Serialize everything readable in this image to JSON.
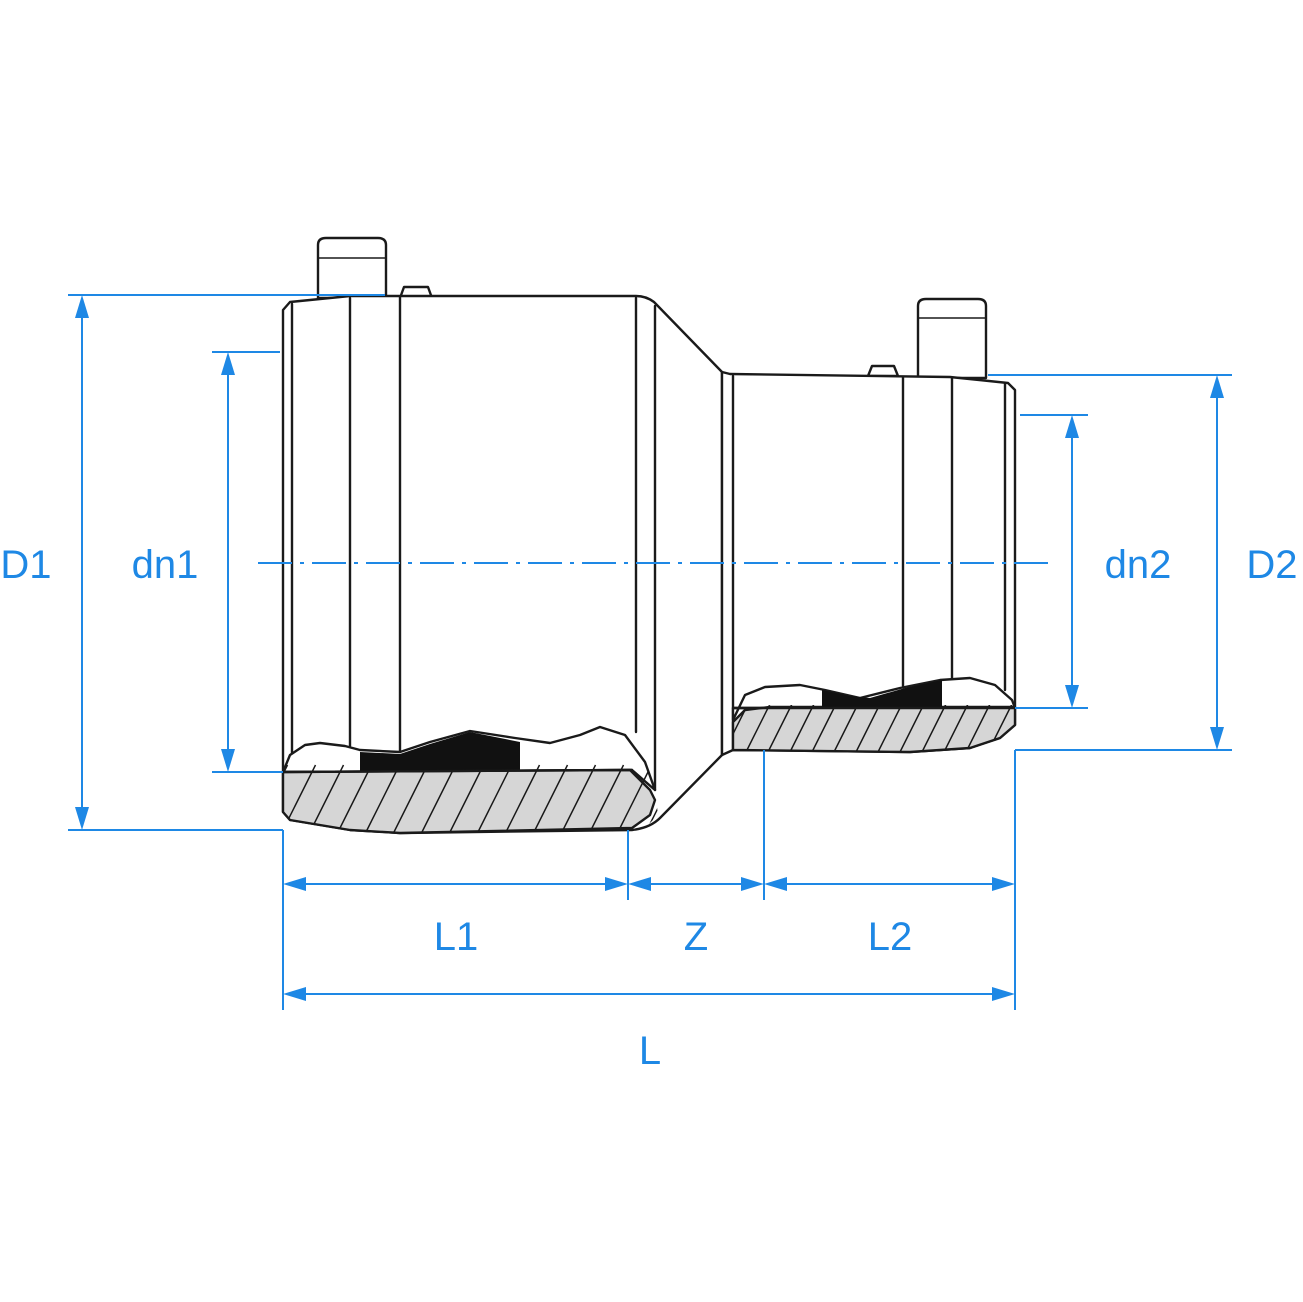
{
  "diagram": {
    "labels": {
      "D1": "D1",
      "dn1": "dn1",
      "dn2": "dn2",
      "D2": "D2",
      "L1": "L1",
      "Z": "Z",
      "L2": "L2",
      "L": "L"
    },
    "colors": {
      "dimension": "#1e88e5",
      "outline": "#1a1a1a",
      "section_fill": "#d6d6d6",
      "heating_wire": "#111111"
    }
  }
}
